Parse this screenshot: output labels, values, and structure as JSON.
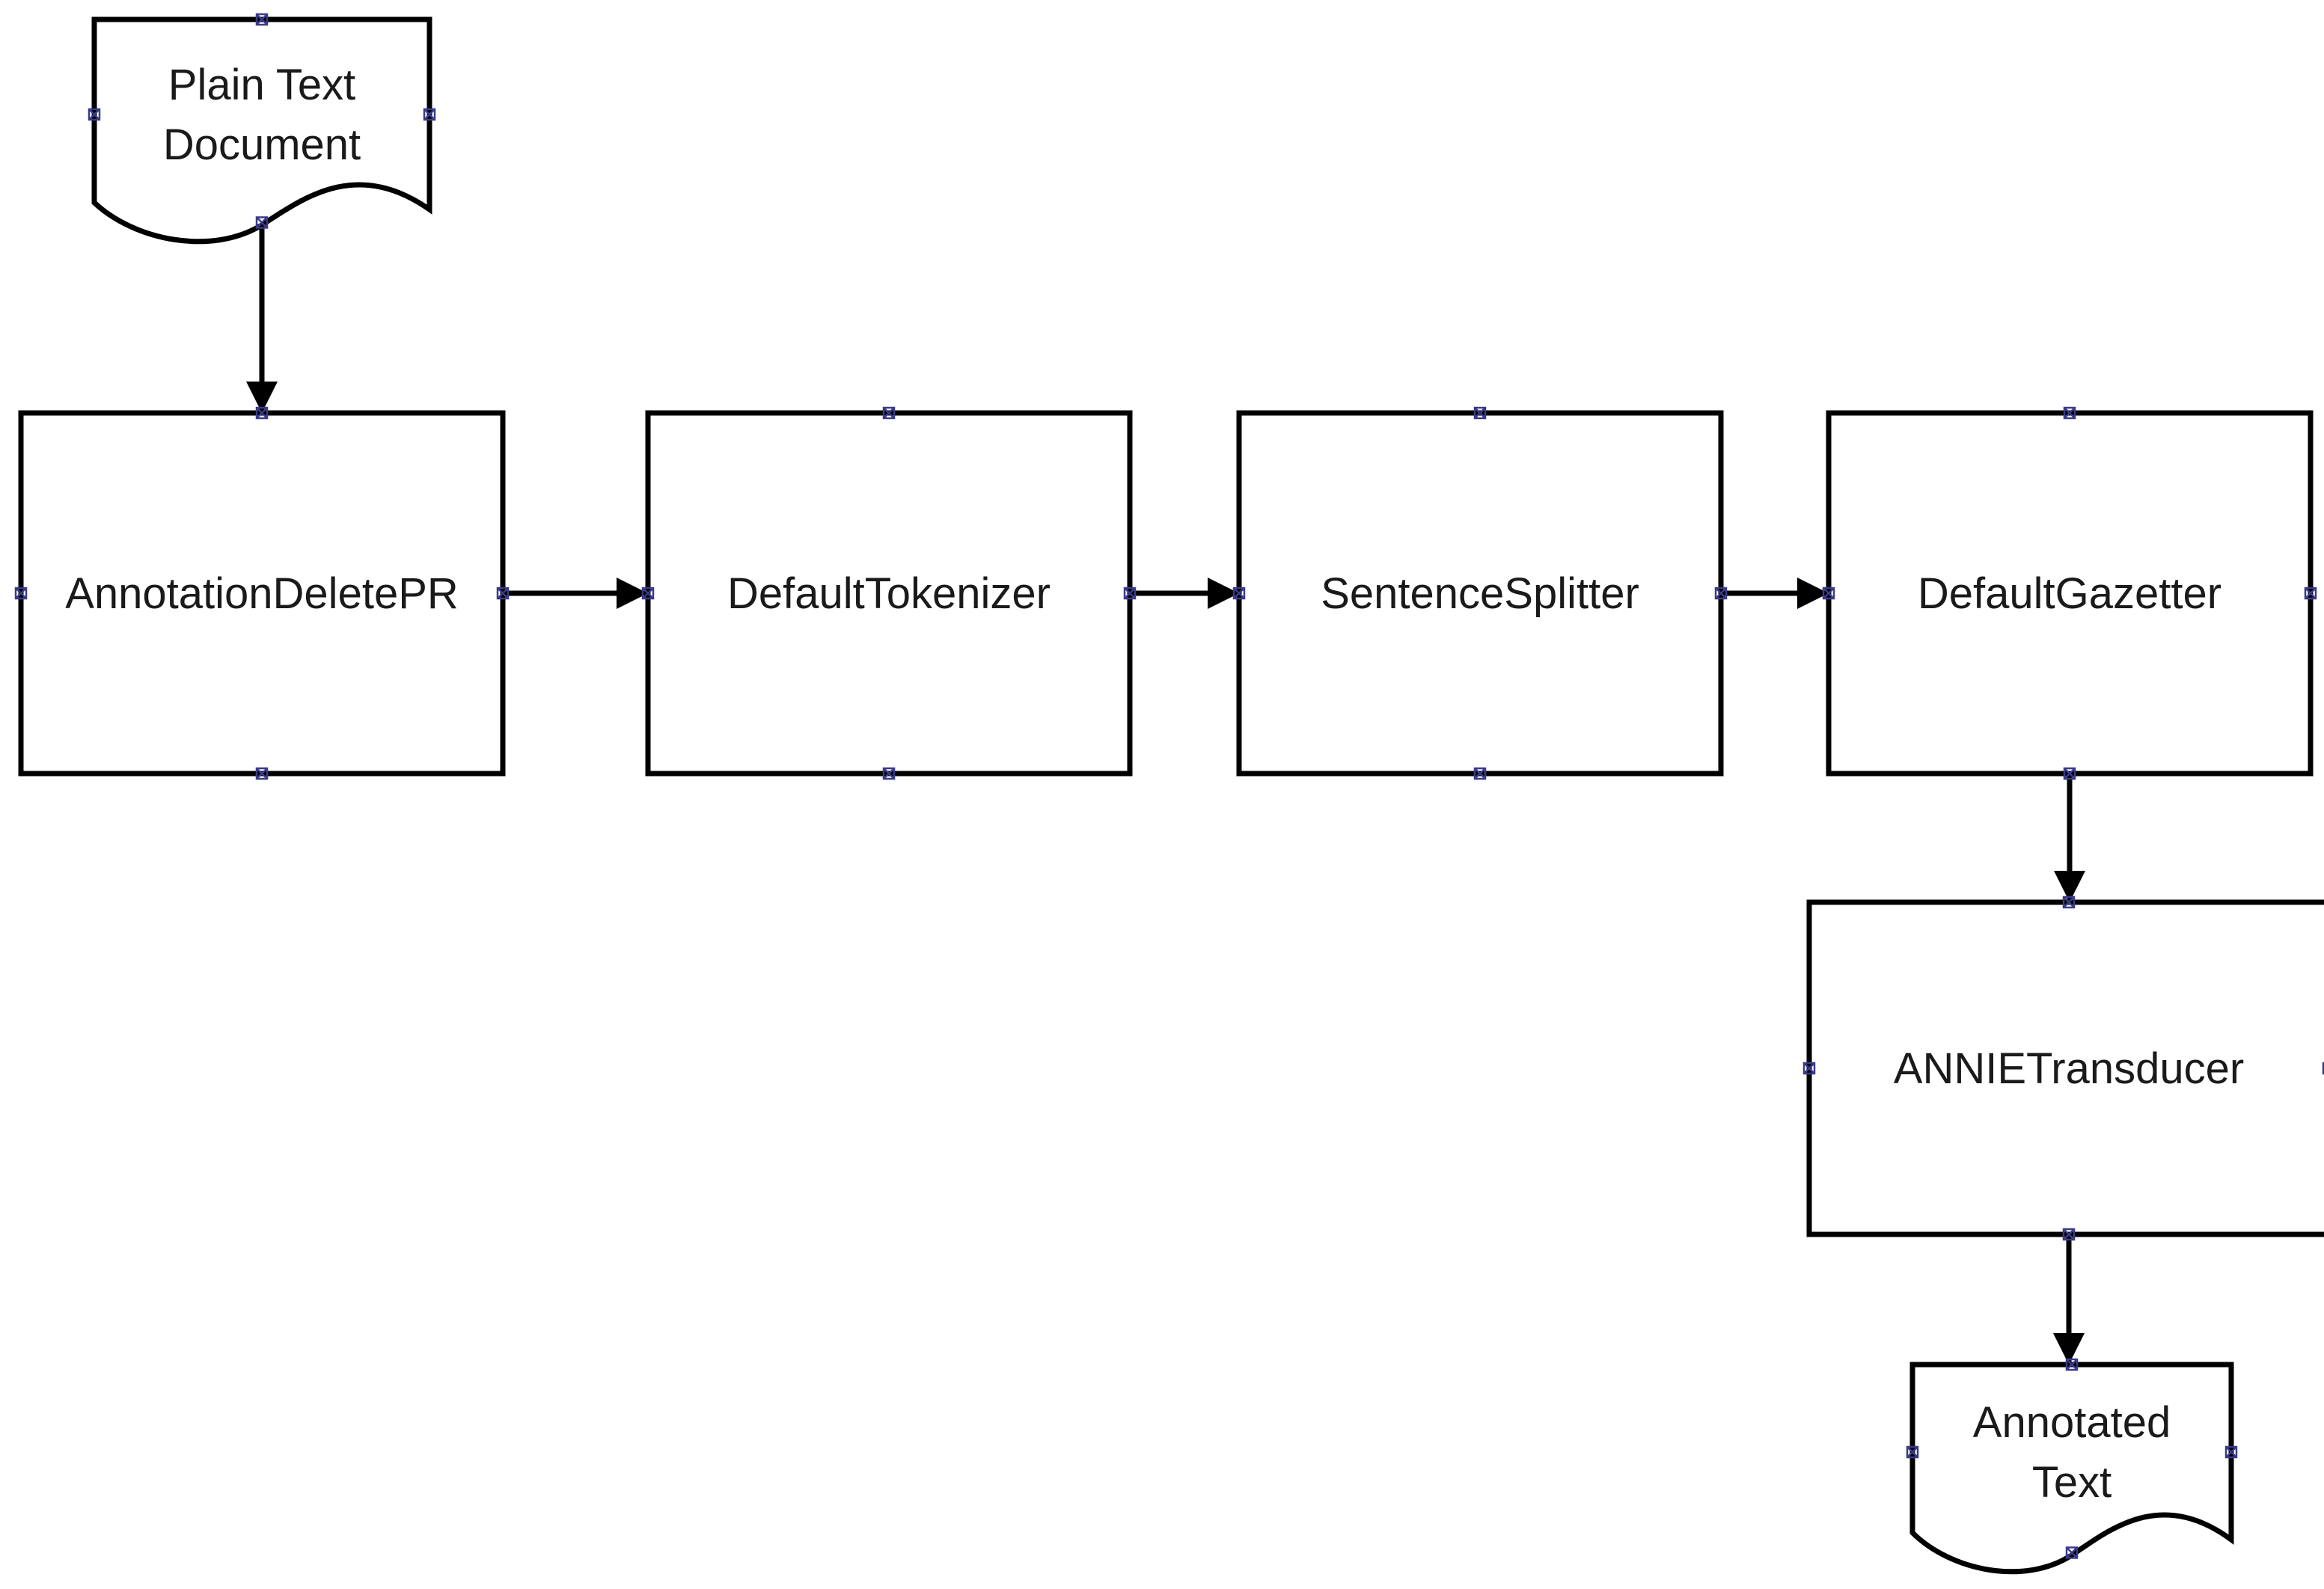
{
  "nodes": [
    {
      "id": "plain-text-document",
      "kind": "document",
      "lines": [
        "Plain Text",
        "Document"
      ]
    },
    {
      "id": "annotation-delete-pr",
      "kind": "process",
      "lines": [
        "AnnotationDeletePR"
      ]
    },
    {
      "id": "default-tokenizer",
      "kind": "process",
      "lines": [
        "DefaultTokenizer"
      ]
    },
    {
      "id": "sentence-splitter",
      "kind": "process",
      "lines": [
        "SentenceSplitter"
      ]
    },
    {
      "id": "default-gazetter",
      "kind": "process",
      "lines": [
        "DefaultGazetter"
      ]
    },
    {
      "id": "annie-transducer",
      "kind": "process",
      "lines": [
        "ANNIETransducer"
      ]
    },
    {
      "id": "annotated-text",
      "kind": "document",
      "lines": [
        "Annotated",
        "Text"
      ]
    }
  ],
  "edges": [
    {
      "from": "plain-text-document",
      "to": "annotation-delete-pr"
    },
    {
      "from": "annotation-delete-pr",
      "to": "default-tokenizer"
    },
    {
      "from": "default-tokenizer",
      "to": "sentence-splitter"
    },
    {
      "from": "sentence-splitter",
      "to": "default-gazetter"
    },
    {
      "from": "default-gazetter",
      "to": "annie-transducer"
    },
    {
      "from": "annie-transducer",
      "to": "annotated-text"
    }
  ]
}
